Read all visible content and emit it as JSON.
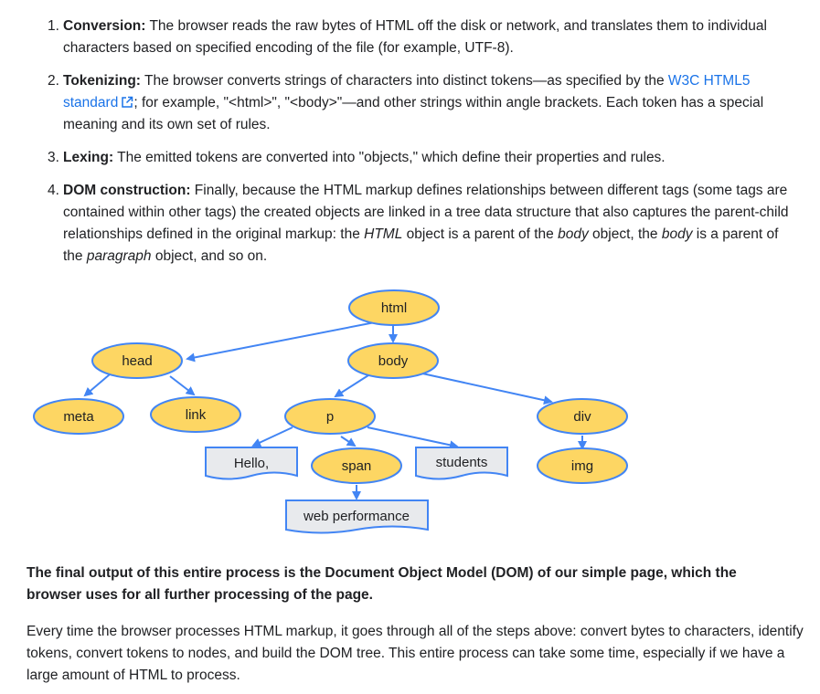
{
  "steps": [
    {
      "number": "1.",
      "term": "Conversion:",
      "text": " The browser reads the raw bytes of HTML off the disk or network, and translates them to individual characters based on specified encoding of the file (for example, UTF-8)."
    },
    {
      "number": "2.",
      "term": "Tokenizing:",
      "text_before": " The browser converts strings of characters into distinct tokens—as specified by the ",
      "link": "W3C HTML5 standard",
      "text_after": "; for example, \"<html>\", \"<body>\"—and other strings within angle brackets. Each token has a special meaning and its own set of rules."
    },
    {
      "number": "3.",
      "term": "Lexing:",
      "text": " The emitted tokens are converted into \"objects,\" which define their properties and rules."
    },
    {
      "number": "4.",
      "term": "DOM construction:",
      "text_1": " Finally, because the HTML markup defines relationships between different tags (some tags are contained within other tags) the created objects are linked in a tree data structure that also captures the parent-child relationships defined in the original markup: the ",
      "em_1": "HTML",
      "text_2": " object is a parent of the ",
      "em_2": "body",
      "text_3": " object, the ",
      "em_3": "body",
      "text_4": " is a parent of the ",
      "em_4": "paragraph",
      "text_5": " object, and so on."
    }
  ],
  "diagram": {
    "nodes": {
      "html": "html",
      "head": "head",
      "body": "body",
      "meta": "meta",
      "link": "link",
      "p": "p",
      "div": "div",
      "hello": "Hello,",
      "span": "span",
      "students": "students",
      "img": "img",
      "web_performance": "web performance"
    },
    "colors": {
      "element_fill": "#fdd663",
      "element_stroke": "#4285f4",
      "text_fill": "#e8eaed",
      "text_stroke": "#4285f4",
      "arrow": "#4285f4"
    }
  },
  "summary": "The final output of this entire process is the Document Object Model (DOM) of our simple page, which the browser uses for all further processing of the page.",
  "paragraph": "Every time the browser processes HTML markup, it goes through all of the steps above: convert bytes to characters, identify tokens, convert tokens to nodes, and build the DOM tree. This entire process can take some time, especially if we have a large amount of HTML to process."
}
